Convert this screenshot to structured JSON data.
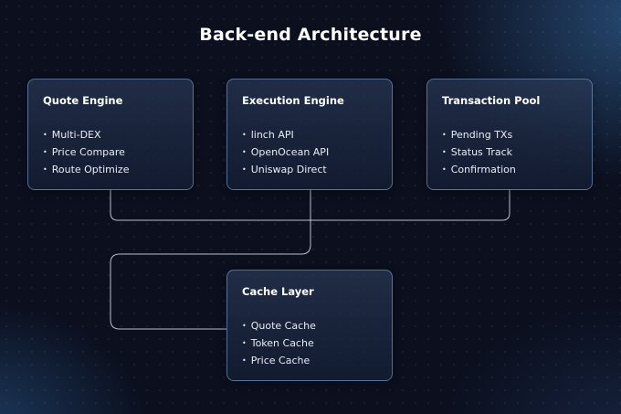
{
  "title": "Back-end Architecture",
  "boxes": {
    "quote_engine": {
      "title": "Quote Engine",
      "items": [
        "Multi-DEX",
        "Price Compare",
        "Route Optimize"
      ]
    },
    "execution_engine": {
      "title": "Execution Engine",
      "items": [
        "linch API",
        "OpenOcean API",
        "Uniswap Direct"
      ]
    },
    "transaction_pool": {
      "title": "Transaction Pool",
      "items": [
        "Pending TXs",
        "Status Track",
        "Confirmation"
      ]
    },
    "cache_layer": {
      "title": "Cache Layer",
      "items": [
        "Quote Cache",
        "Token Cache",
        "Price Cache"
      ]
    }
  }
}
